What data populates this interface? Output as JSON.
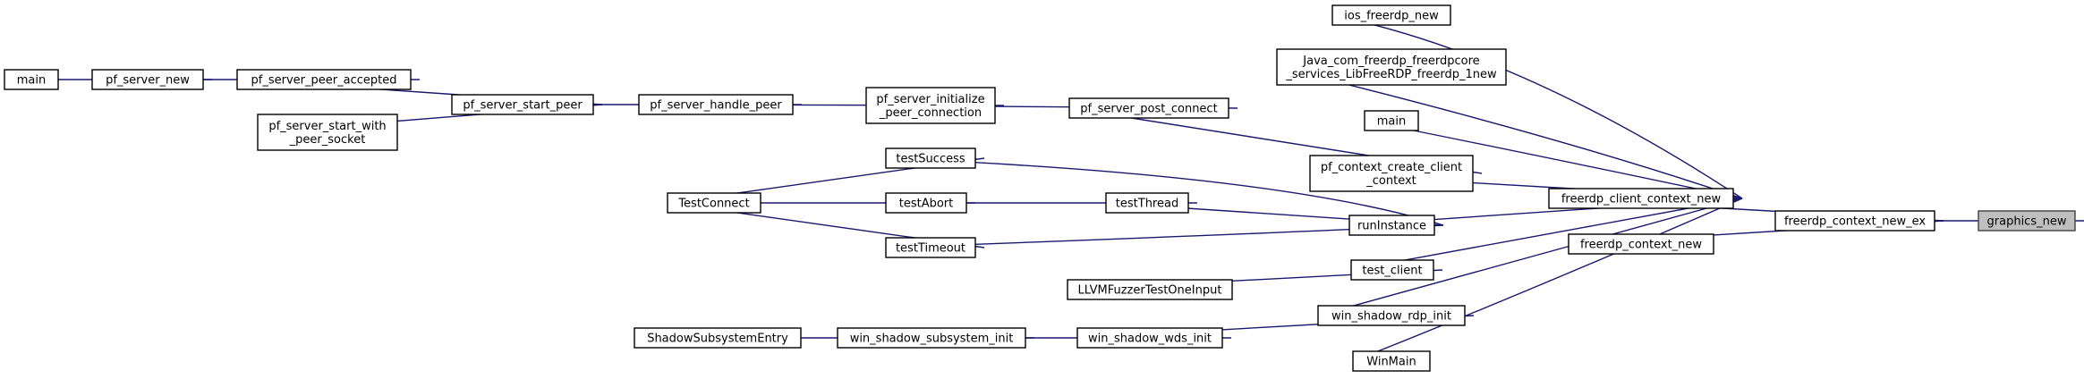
{
  "diagram": {
    "type": "call-graph",
    "edge_color": "#191970",
    "root_fill": "#bfbfbf",
    "nodes": [
      {
        "id": "graphics_new",
        "label": [
          "graphics_new"
        ],
        "root": true
      },
      {
        "id": "freerdp_context_new_ex",
        "label": [
          "freerdp_context_new_ex"
        ]
      },
      {
        "id": "freerdp_client_context_new",
        "label": [
          "freerdp_client_context_new"
        ]
      },
      {
        "id": "freerdp_context_new",
        "label": [
          "freerdp_context_new"
        ]
      },
      {
        "id": "ios_freerdp_new",
        "label": [
          "ios_freerdp_new"
        ]
      },
      {
        "id": "java_freerdp_new",
        "label": [
          "Java_com_freerdp_freerdpcore",
          "_services_LibFreeRDP_freerdp_1new"
        ]
      },
      {
        "id": "main_a",
        "label": [
          "main"
        ]
      },
      {
        "id": "pf_context_create_client_context",
        "label": [
          "pf_context_create_client",
          "_context"
        ]
      },
      {
        "id": "runInstance",
        "label": [
          "runInstance"
        ]
      },
      {
        "id": "test_client",
        "label": [
          "test_client"
        ]
      },
      {
        "id": "win_shadow_rdp_init",
        "label": [
          "win_shadow_rdp_init"
        ]
      },
      {
        "id": "WinMain",
        "label": [
          "WinMain"
        ]
      },
      {
        "id": "pf_server_post_connect",
        "label": [
          "pf_server_post_connect"
        ]
      },
      {
        "id": "pf_server_initialize_peer_connection",
        "label": [
          "pf_server_initialize",
          "_peer_connection"
        ]
      },
      {
        "id": "pf_server_handle_peer",
        "label": [
          "pf_server_handle_peer"
        ]
      },
      {
        "id": "pf_server_start_peer",
        "label": [
          "pf_server_start_peer"
        ]
      },
      {
        "id": "pf_server_peer_accepted",
        "label": [
          "pf_server_peer_accepted"
        ]
      },
      {
        "id": "pf_server_start_with_peer_socket",
        "label": [
          "pf_server_start_with",
          "_peer_socket"
        ]
      },
      {
        "id": "pf_server_new",
        "label": [
          "pf_server_new"
        ]
      },
      {
        "id": "main_b",
        "label": [
          "main"
        ]
      },
      {
        "id": "testSuccess",
        "label": [
          "testSuccess"
        ]
      },
      {
        "id": "testThread",
        "label": [
          "testThread"
        ]
      },
      {
        "id": "testTimeout",
        "label": [
          "testTimeout"
        ]
      },
      {
        "id": "testAbort",
        "label": [
          "testAbort"
        ]
      },
      {
        "id": "TestConnect",
        "label": [
          "TestConnect"
        ]
      },
      {
        "id": "LLVMFuzzerTestOneInput",
        "label": [
          "LLVMFuzzerTestOneInput"
        ]
      },
      {
        "id": "win_shadow_wds_init",
        "label": [
          "win_shadow_wds_init"
        ]
      },
      {
        "id": "win_shadow_subsystem_init",
        "label": [
          "win_shadow_subsystem_init"
        ]
      },
      {
        "id": "ShadowSubsystemEntry",
        "label": [
          "ShadowSubsystemEntry"
        ]
      }
    ],
    "edges": [
      {
        "from": "freerdp_context_new_ex",
        "to": "graphics_new"
      },
      {
        "from": "freerdp_client_context_new",
        "to": "freerdp_context_new_ex"
      },
      {
        "from": "freerdp_context_new",
        "to": "freerdp_context_new_ex"
      },
      {
        "from": "ios_freerdp_new",
        "to": "freerdp_client_context_new"
      },
      {
        "from": "java_freerdp_new",
        "to": "freerdp_client_context_new"
      },
      {
        "from": "main_a",
        "to": "freerdp_client_context_new"
      },
      {
        "from": "pf_context_create_client_context",
        "to": "freerdp_client_context_new"
      },
      {
        "from": "runInstance",
        "to": "freerdp_client_context_new"
      },
      {
        "from": "test_client",
        "to": "freerdp_client_context_new"
      },
      {
        "from": "win_shadow_rdp_init",
        "to": "freerdp_client_context_new"
      },
      {
        "from": "WinMain",
        "to": "freerdp_client_context_new"
      },
      {
        "from": "pf_server_post_connect",
        "to": "pf_context_create_client_context"
      },
      {
        "from": "pf_server_initialize_peer_connection",
        "to": "pf_server_post_connect"
      },
      {
        "from": "pf_server_handle_peer",
        "to": "pf_server_initialize_peer_connection"
      },
      {
        "from": "pf_server_start_peer",
        "to": "pf_server_handle_peer"
      },
      {
        "from": "pf_server_peer_accepted",
        "to": "pf_server_start_peer"
      },
      {
        "from": "pf_server_start_with_peer_socket",
        "to": "pf_server_start_peer"
      },
      {
        "from": "pf_server_new",
        "to": "pf_server_peer_accepted"
      },
      {
        "from": "main_b",
        "to": "pf_server_new"
      },
      {
        "from": "testSuccess",
        "to": "runInstance"
      },
      {
        "from": "testThread",
        "to": "runInstance"
      },
      {
        "from": "testTimeout",
        "to": "runInstance"
      },
      {
        "from": "testAbort",
        "to": "testThread"
      },
      {
        "from": "TestConnect",
        "to": "testSuccess"
      },
      {
        "from": "TestConnect",
        "to": "testAbort"
      },
      {
        "from": "TestConnect",
        "to": "testTimeout"
      },
      {
        "from": "LLVMFuzzerTestOneInput",
        "to": "test_client"
      },
      {
        "from": "win_shadow_wds_init",
        "to": "win_shadow_rdp_init"
      },
      {
        "from": "win_shadow_subsystem_init",
        "to": "win_shadow_wds_init"
      },
      {
        "from": "ShadowSubsystemEntry",
        "to": "win_shadow_subsystem_init"
      }
    ]
  }
}
